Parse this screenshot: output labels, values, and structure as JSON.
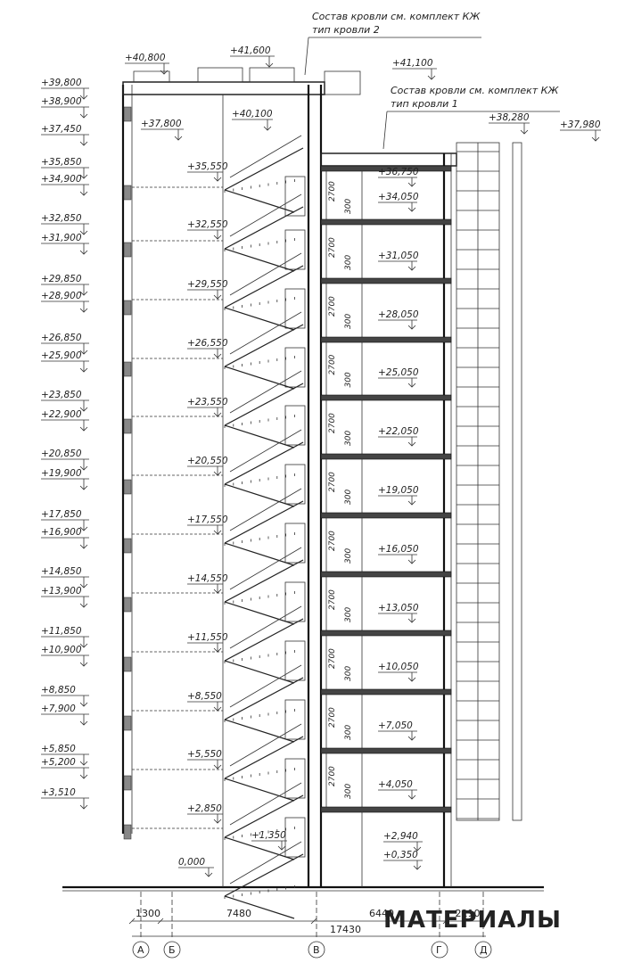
{
  "roof_notes": [
    {
      "line1": "Состав кровли см. комплект КЖ",
      "line2": "тип кровли 2"
    },
    {
      "line1": "Состав кровли см. комплект КЖ",
      "line2": "тип кровли 1"
    }
  ],
  "top_marks": [
    "+40,800",
    "+41,600",
    "+41,100",
    "+37,800",
    "+40,100",
    "+38,280",
    "+37,980"
  ],
  "left_marks": [
    "+39,800",
    "+38,900",
    "+37,450",
    "+35,850",
    "+34,900",
    "+32,850",
    "+31,900",
    "+29,850",
    "+28,900",
    "+26,850",
    "+25,900",
    "+23,850",
    "+22,900",
    "+20,850",
    "+19,900",
    "+17,850",
    "+16,900",
    "+14,850",
    "+13,900",
    "+11,850",
    "+10,900",
    "+8,850",
    "+7,900",
    "+5,850",
    "+5,200",
    "+3,510"
  ],
  "stair_marks": [
    "+35,550",
    "+32,550",
    "+29,550",
    "+26,550",
    "+23,550",
    "+20,550",
    "+17,550",
    "+14,550",
    "+11,550",
    "+8,550",
    "+5,550",
    "+2,850",
    "+1,350",
    "0,000"
  ],
  "floor_marks": [
    "+36,750",
    "+34,050",
    "+31,050",
    "+28,050",
    "+25,050",
    "+22,050",
    "+19,050",
    "+16,050",
    "+13,050",
    "+10,050",
    "+7,050",
    "+4,050",
    "+2,940",
    "+0,350"
  ],
  "storey_dims": {
    "height": "2700",
    "slab": "300"
  },
  "dimensions": {
    "spans": [
      "1300",
      "7480",
      "6440",
      "2210"
    ],
    "total": "17430"
  },
  "axes": [
    "А",
    "Б",
    "В",
    "Г",
    "Д"
  ],
  "watermark": "МАТЕРИАЛЫ"
}
